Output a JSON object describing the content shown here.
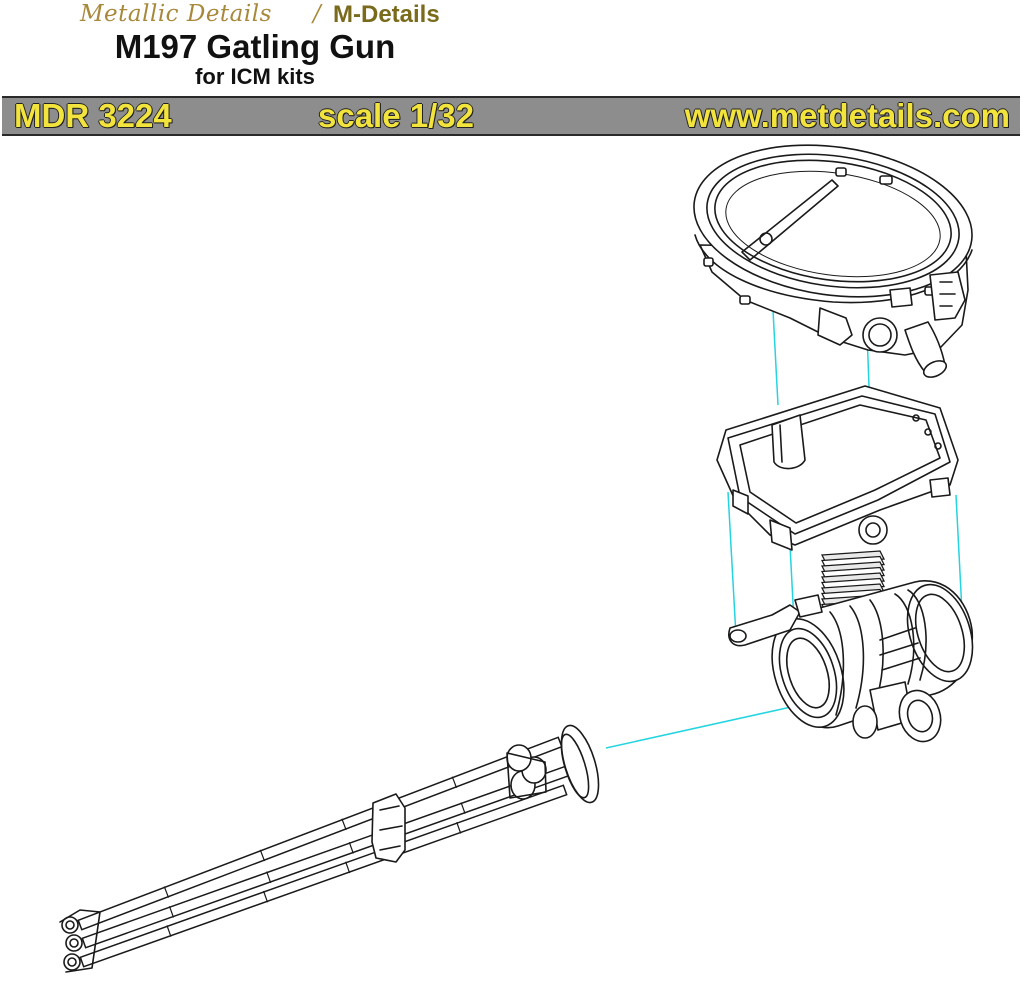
{
  "header": {
    "brand_script": "Metallic Details",
    "brand_separator": "/",
    "brand_name": "M-Details",
    "title": "M197 Gatling Gun",
    "subtitle": "for ICM kits",
    "product_code": "MDR 3224",
    "scale": "scale 1/32",
    "website": "www.metdetails.com"
  },
  "colors": {
    "band_background": "#8d8d8d",
    "band_text": "#f2e43c",
    "brand_gold": "#a8883a",
    "guide_line": "#24d4e0"
  }
}
